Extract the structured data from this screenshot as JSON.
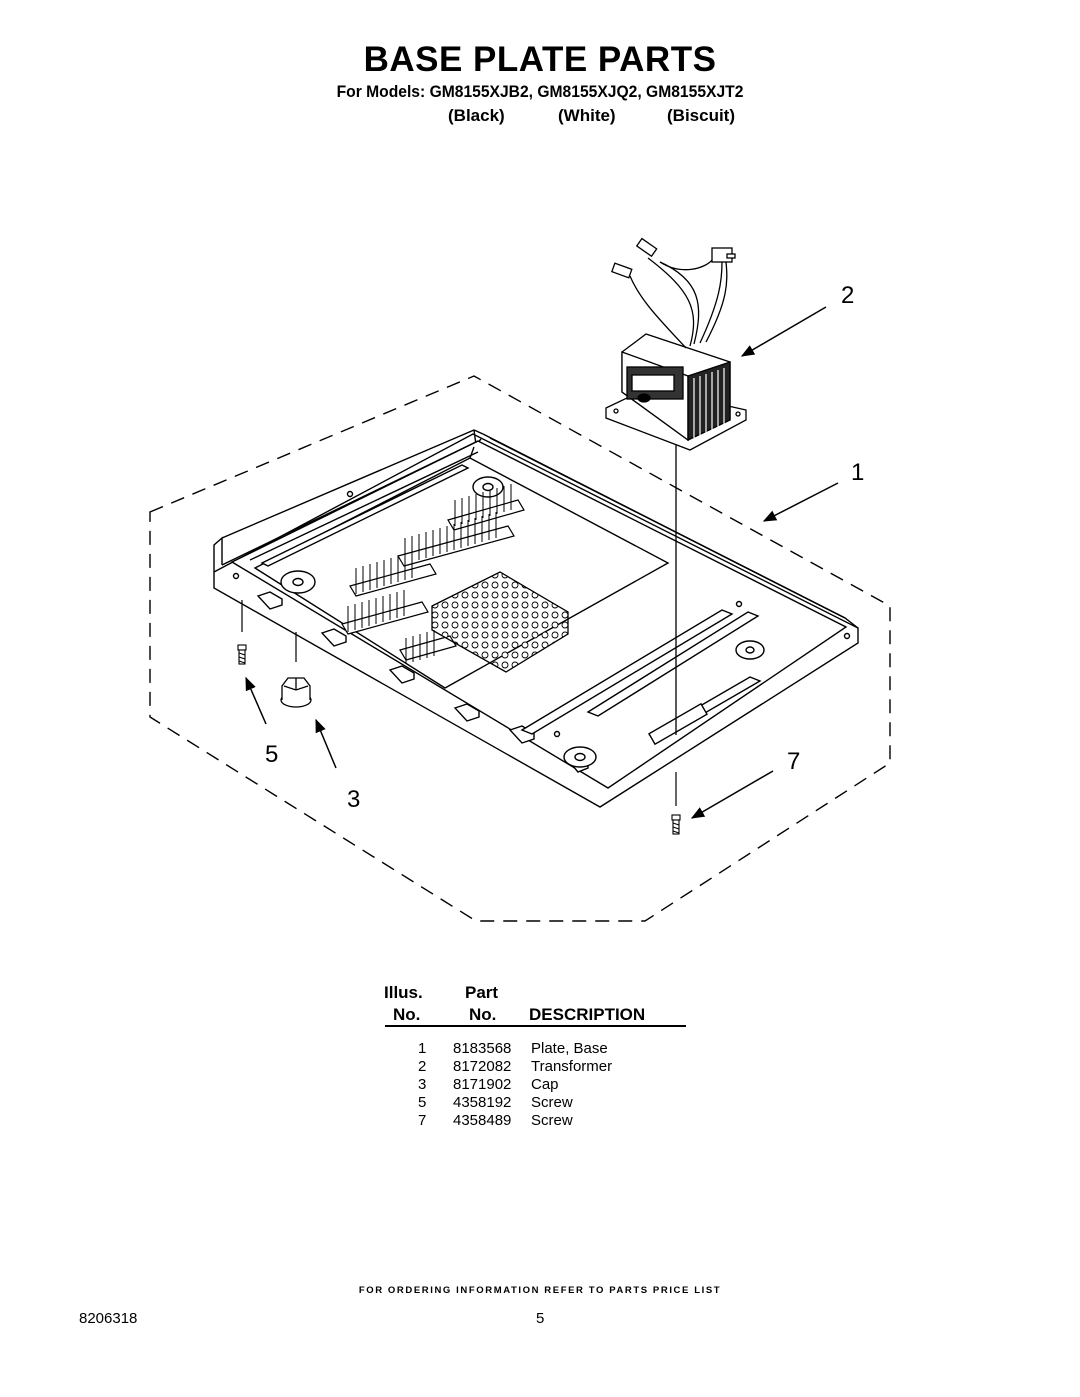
{
  "title": "BASE PLATE PARTS",
  "models_line": "For Models: GM8155XJB2, GM8155XJQ2, GM8155XJT2",
  "colors": [
    "(Black)",
    "(White)",
    "(Biscuit)"
  ],
  "callouts": [
    "2",
    "1",
    "5",
    "7",
    "3"
  ],
  "table": {
    "header_illus": [
      "Illus.",
      "No."
    ],
    "header_part": [
      "Part",
      "No."
    ],
    "header_desc": "DESCRIPTION",
    "rows": [
      {
        "illus": "1",
        "part": "8183568",
        "desc": "Plate, Base"
      },
      {
        "illus": "2",
        "part": "8172082",
        "desc": "Transformer"
      },
      {
        "illus": "3",
        "part": "8171902",
        "desc": "Cap"
      },
      {
        "illus": "5",
        "part": "4358192",
        "desc": "Screw"
      },
      {
        "illus": "7",
        "part": "4358489",
        "desc": "Screw"
      }
    ]
  },
  "footer": "FOR ORDERING INFORMATION REFER TO PARTS PRICE LIST",
  "doc_number": "8206318",
  "page_number": "5"
}
